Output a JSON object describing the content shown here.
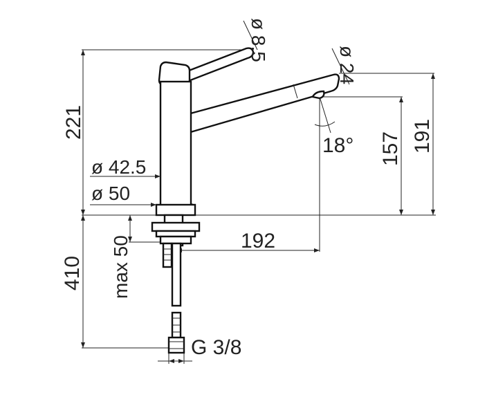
{
  "diagram": {
    "labels": {
      "height_total": "221",
      "dia_handle": "ø 8.5",
      "dia_spout": "ø 24",
      "angle": "18°",
      "height_spout_tip": "157",
      "height_spout_top": "191",
      "dia_body": "ø 42.5",
      "dia_base": "ø 50",
      "max_thickness": "max 50",
      "reach": "192",
      "hose_length": "410",
      "thread": "G 3/8"
    }
  }
}
